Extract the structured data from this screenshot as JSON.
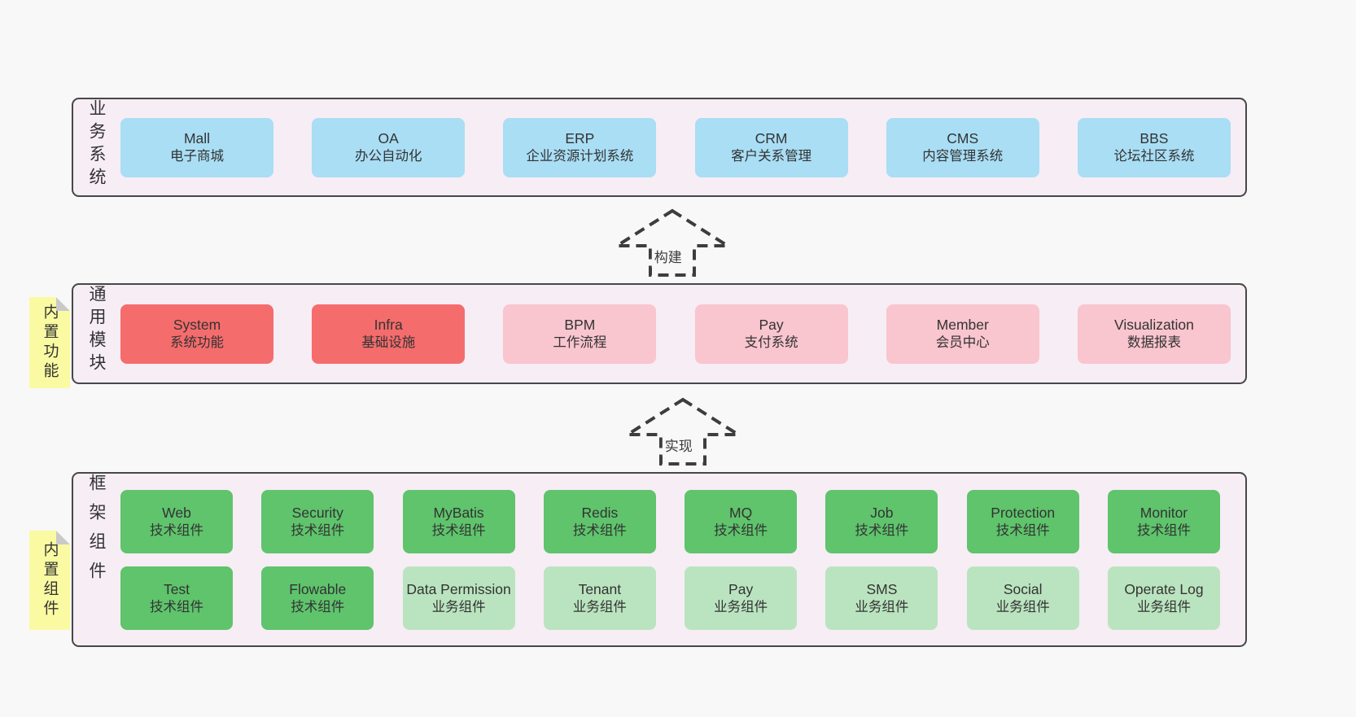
{
  "colors": {
    "page_background": "#f8f8f8",
    "layer_background": "#f7edf5",
    "layer_border": "#474747",
    "business_box_blue": "#a9def5",
    "module_box_red": "#f56c6c",
    "module_box_pink": "#f9c5ce",
    "component_box_green": "#5fc46c",
    "component_box_lightgreen": "#bae4bf",
    "sticky_yellow": "#fafaa2",
    "sticky_fold_gray": "#c9c9c9",
    "text": "#333333",
    "arrow_dash": "#3d3d3d"
  },
  "arrows": [
    {
      "label": "构建"
    },
    {
      "label": "实现"
    }
  ],
  "layers": [
    {
      "label": "业务系统",
      "boxes": [
        {
          "name": "Mall",
          "desc": "电子商城"
        },
        {
          "name": "OA",
          "desc": "办公自动化"
        },
        {
          "name": "ERP",
          "desc": "企业资源计划系统"
        },
        {
          "name": "CRM",
          "desc": "客户关系管理"
        },
        {
          "name": "CMS",
          "desc": "内容管理系统"
        },
        {
          "name": "BBS",
          "desc": "论坛社区系统"
        }
      ]
    },
    {
      "label": "通用模块",
      "sticky": "内置功能",
      "boxes": [
        {
          "name": "System",
          "desc": "系统功能"
        },
        {
          "name": "Infra",
          "desc": "基础设施"
        },
        {
          "name": "BPM",
          "desc": "工作流程"
        },
        {
          "name": "Pay",
          "desc": "支付系统"
        },
        {
          "name": "Member",
          "desc": "会员中心"
        },
        {
          "name": "Visualization",
          "desc": "数据报表"
        }
      ]
    },
    {
      "label": "框架组件",
      "sticky": "内置组件",
      "row1": [
        {
          "name": "Web",
          "desc": "技术组件"
        },
        {
          "name": "Security",
          "desc": "技术组件"
        },
        {
          "name": "MyBatis",
          "desc": "技术组件"
        },
        {
          "name": "Redis",
          "desc": "技术组件"
        },
        {
          "name": "MQ",
          "desc": "技术组件"
        },
        {
          "name": "Job",
          "desc": "技术组件"
        },
        {
          "name": "Protection",
          "desc": "技术组件"
        },
        {
          "name": "Monitor",
          "desc": "技术组件"
        }
      ],
      "row2": [
        {
          "name": "Test",
          "desc": "技术组件"
        },
        {
          "name": "Flowable",
          "desc": "技术组件"
        },
        {
          "name": "Data Permission",
          "desc": "业务组件"
        },
        {
          "name": "Tenant",
          "desc": "业务组件"
        },
        {
          "name": "Pay",
          "desc": "业务组件"
        },
        {
          "name": "SMS",
          "desc": "业务组件"
        },
        {
          "name": "Social",
          "desc": "业务组件"
        },
        {
          "name": "Operate Log",
          "desc": "业务组件"
        }
      ]
    }
  ]
}
